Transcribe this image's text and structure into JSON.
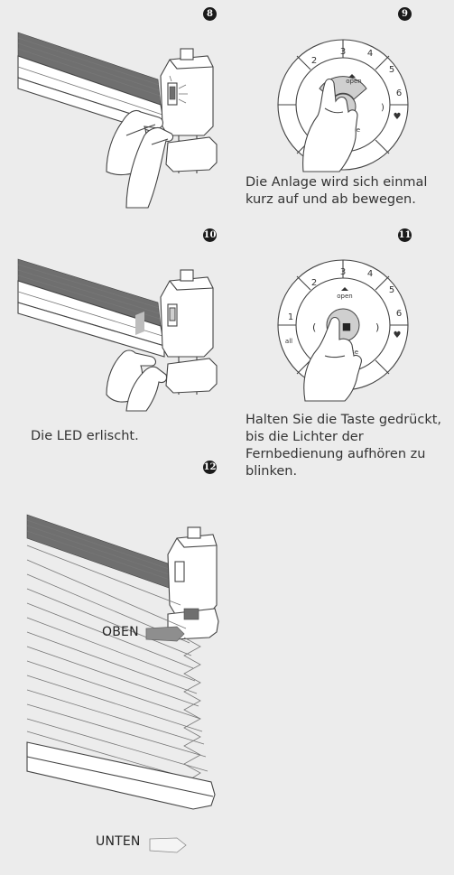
{
  "steps": {
    "s8": {
      "number": "8"
    },
    "s9": {
      "number": "9",
      "caption": "Die Anlage wird sich einmal kurz auf und ab bewegen."
    },
    "s10": {
      "number": "10",
      "caption": "Die LED erlischt."
    },
    "s11": {
      "number": "11",
      "caption": "Halten Sie die Taste gedrückt, bis die Lichter der Fernbedienung aufhören zu blinken."
    },
    "s12": {
      "number": "12",
      "label_up": "OBEN",
      "label_down": "UNTEN"
    }
  },
  "remote": {
    "channels": [
      "1",
      "2",
      "3",
      "4",
      "5",
      "6"
    ],
    "all_label": "all",
    "open_label": "open",
    "close_label": "close",
    "stop_glyph": "■",
    "favorite_glyph": "♥"
  }
}
